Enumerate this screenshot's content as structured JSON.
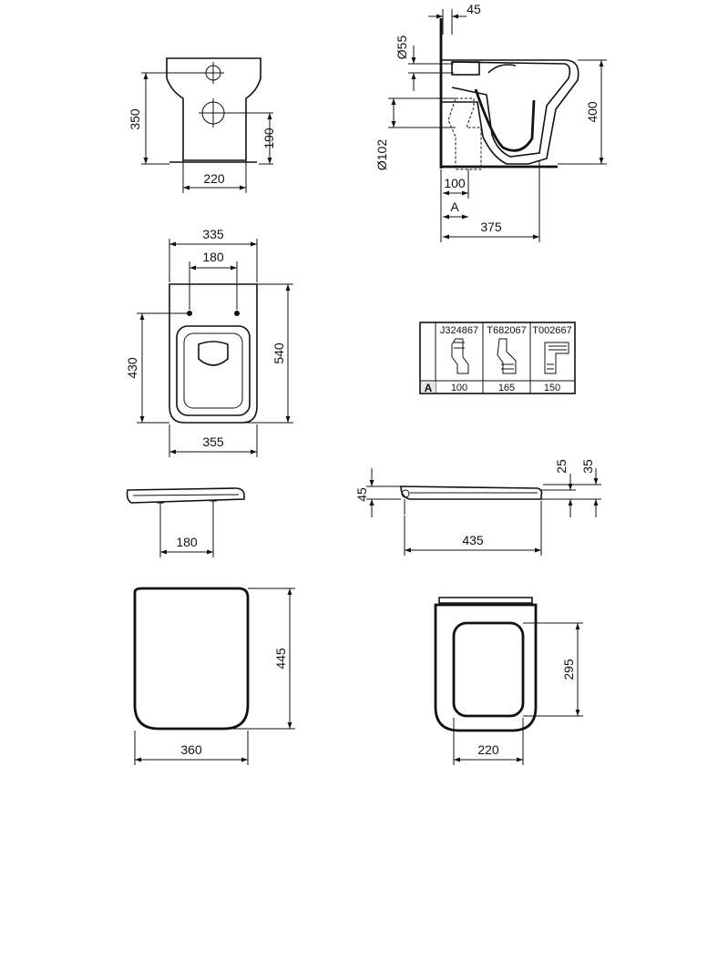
{
  "front_view": {
    "height_label": "350",
    "outlet_height_label": "190",
    "width_label": "220"
  },
  "side_view": {
    "wall_gap_label": "45",
    "inlet_label": "Ø55",
    "outlet_label": "Ø102",
    "outlet_offset_label": "100",
    "a_label": "A",
    "depth_label": "375",
    "height_label": "400"
  },
  "top_view": {
    "overall_width_label": "335",
    "fixing_label": "180",
    "depth_label": "540",
    "fixing_depth_label": "430",
    "base_width_label": "355"
  },
  "connector_table": {
    "row_header": "A",
    "codes": [
      "J324867",
      "T682067",
      "T002667"
    ],
    "values": [
      "100",
      "165",
      "150"
    ]
  },
  "seat_side": {
    "hinge_label": "180",
    "height_label": "45",
    "lid_label": "25",
    "seat_label": "35",
    "length_label": "435"
  },
  "seat_lid": {
    "height_label": "445",
    "width_label": "360"
  },
  "seat_ring": {
    "opening_height_label": "295",
    "opening_width_label": "220"
  }
}
